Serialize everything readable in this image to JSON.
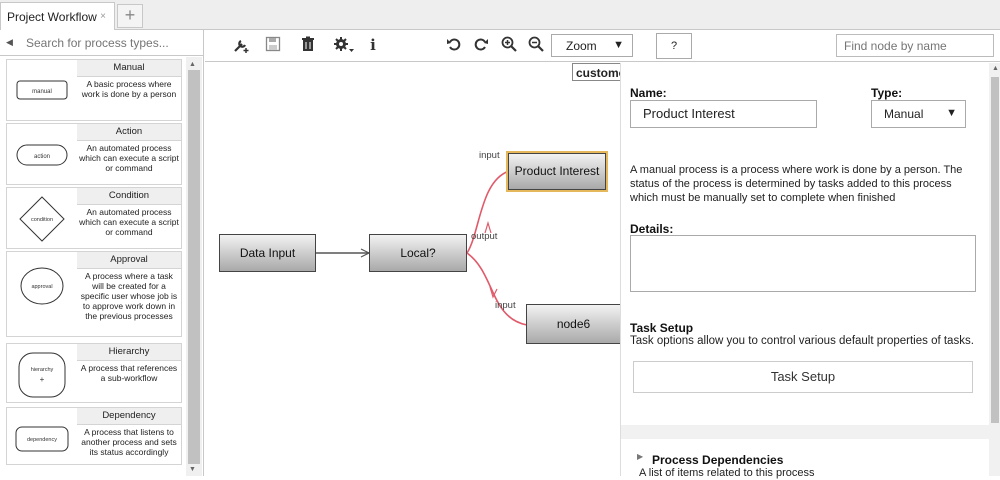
{
  "tabs": [
    {
      "label": "Project Workflow",
      "close": "×"
    }
  ],
  "tab_add": "+",
  "left_panel": {
    "search_placeholder": "Search for process types...",
    "items": [
      {
        "title": "Manual",
        "shape_label": "manual",
        "description": "A basic process where work is done by a person"
      },
      {
        "title": "Action",
        "shape_label": "action",
        "description": "An automated process which can execute a script or command"
      },
      {
        "title": "Condition",
        "shape_label": "condition",
        "description": "An automated process which can execute a script or command"
      },
      {
        "title": "Approval",
        "shape_label": "approval",
        "description": "A process where a task will be created for a specific user whose job is to approve work down in the previous processes"
      },
      {
        "title": "Hierarchy",
        "shape_label": "hierarchy",
        "description": "A process that references a sub-workflow"
      },
      {
        "title": "Dependency",
        "shape_label": "dependency",
        "description": "A process that listens to another process and sets its status accordingly"
      }
    ]
  },
  "toolbar": {
    "zoom_label": "Zoom",
    "help_label": "?",
    "find_placeholder": "Find node by name",
    "info_label": "i"
  },
  "canvas": {
    "nodes": {
      "data_input": "Data Input",
      "local": "Local?",
      "product_interest": "Product Interest",
      "node6": "node6",
      "customer": "customer"
    },
    "edge_labels": {
      "input_top": "input",
      "output": "output",
      "input_bottom": "input"
    }
  },
  "details_panel": {
    "name_label": "Name:",
    "name_value": "Product Interest",
    "type_label": "Type:",
    "type_value": "Manual",
    "description": "A manual process is a process where work is done by a person. The status of the process is determined by tasks added to this process which must be manually set to complete when finished",
    "details_label": "Details:",
    "task_setup_title": "Task Setup",
    "task_setup_desc": "Task options allow you to control various default properties of tasks.",
    "task_setup_button": "Task Setup",
    "dependencies_title": "Process Dependencies",
    "dependencies_desc": "A list of items related to this process"
  },
  "colors": {
    "edge_red": "#e05a6a",
    "edge_gray": "#555555",
    "node_highlight": "#e6b85c"
  }
}
